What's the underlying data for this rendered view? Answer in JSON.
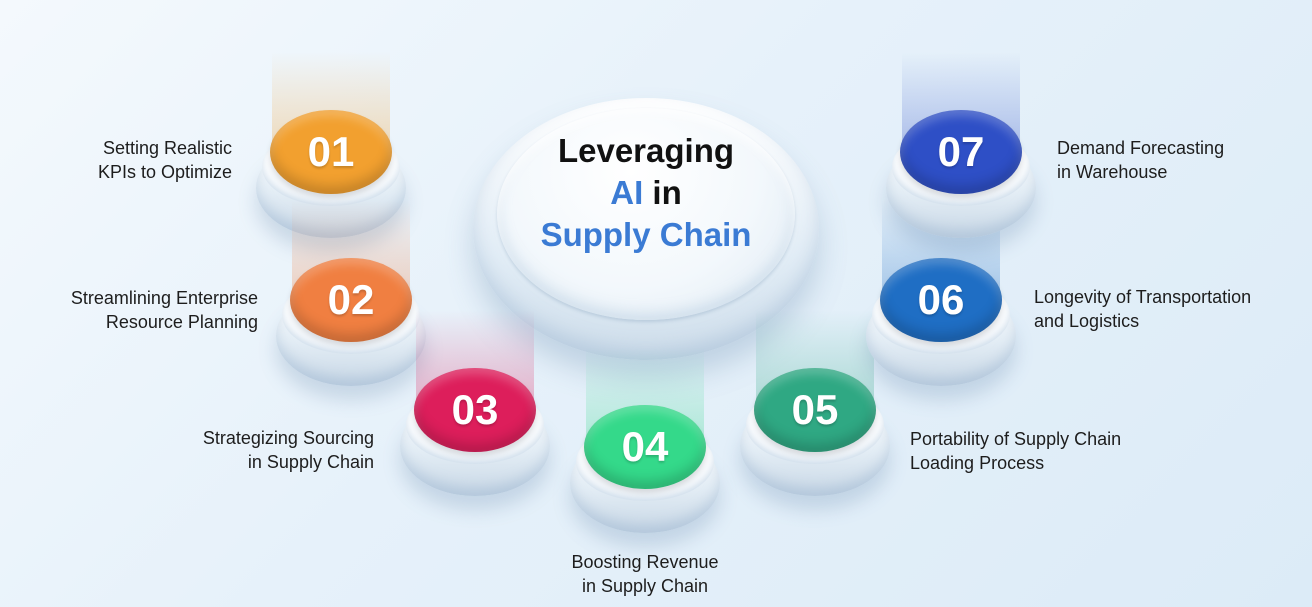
{
  "hub": {
    "line1": "Leveraging",
    "line2_accent": "AI",
    "line2_rest": " in",
    "line3": "Supply Chain"
  },
  "colors": {
    "accent": "#3b7bd4",
    "n01": "#f2a02f",
    "n02": "#f07f41",
    "n03": "#dd1e5b",
    "n04": "#34d98a",
    "n05": "#2fa883",
    "n06": "#1f6ec4",
    "n07": "#2e4fc6"
  },
  "items": [
    {
      "num": "01",
      "line1": "Setting Realistic",
      "line2": "KPIs to Optimize"
    },
    {
      "num": "02",
      "line1": "Streamlining Enterprise",
      "line2": "Resource Planning"
    },
    {
      "num": "03",
      "line1": "Strategizing Sourcing",
      "line2": "in Supply Chain"
    },
    {
      "num": "04",
      "line1": "Boosting Revenue",
      "line2": "in Supply Chain"
    },
    {
      "num": "05",
      "line1": "Portability of Supply Chain",
      "line2": "Loading Process"
    },
    {
      "num": "06",
      "line1": "Longevity of Transportation",
      "line2": "and Logistics"
    },
    {
      "num": "07",
      "line1": "Demand Forecasting",
      "line2": "in Warehouse"
    }
  ]
}
